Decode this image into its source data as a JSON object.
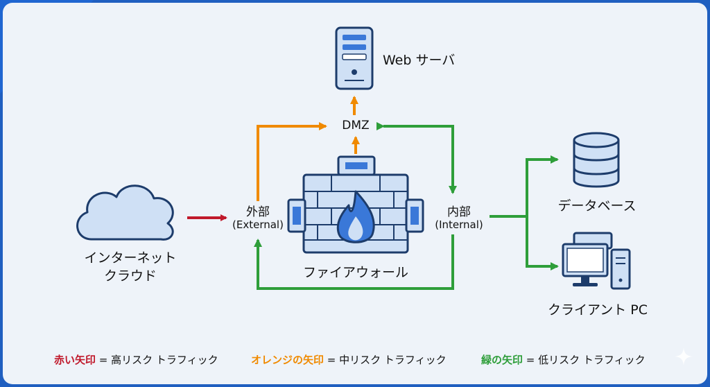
{
  "nodes": {
    "web_server": "Web サーバ",
    "dmz": "DMZ",
    "external_main": "外部",
    "external_sub": "(External)",
    "internal_main": "内部",
    "internal_sub": "(Internal)",
    "cloud_line1": "インターネット",
    "cloud_line2": "クラウド",
    "firewall": "ファイアウォール",
    "database": "データベース",
    "client": "クライアント PC"
  },
  "legend": [
    {
      "key": "赤い矢印",
      "text": "= 高リスク トラフィック",
      "color": "#c0192b"
    },
    {
      "key": "オレンジの矢印",
      "text": "= 中リスク トラフィック",
      "color": "#f08a00"
    },
    {
      "key": "緑の矢印",
      "text": "= 低リスク トラフィック",
      "color": "#2e9e3a"
    }
  ],
  "colors": {
    "red": "#c0192b",
    "orange": "#f08a00",
    "green": "#2e9e3a",
    "icon_fill": "#cfe0f5",
    "icon_stroke": "#1d3c6b",
    "flame": "#3a78d8"
  },
  "icons": [
    "server-icon",
    "cloud-icon",
    "firewall-icon",
    "database-icon",
    "desktop-pc-icon",
    "sparkle-icon"
  ]
}
